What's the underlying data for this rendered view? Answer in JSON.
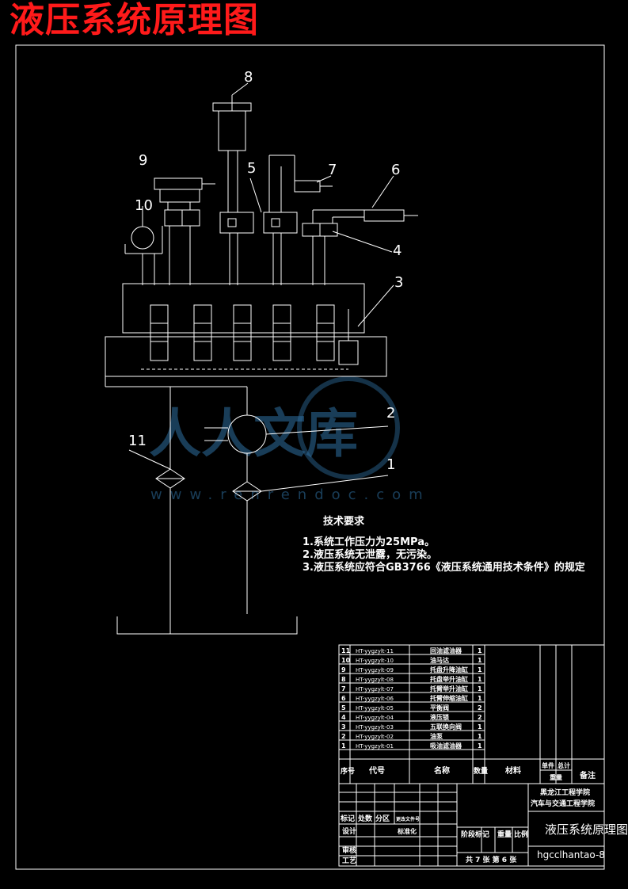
{
  "title": "液压系统原理图",
  "watermark": {
    "logo_text": "人人文库",
    "url": "www.renrendoc.com"
  },
  "callouts": [
    "1",
    "2",
    "3",
    "4",
    "5",
    "6",
    "7",
    "8",
    "9",
    "10",
    "11"
  ],
  "tech_requirements": {
    "heading": "技术要求",
    "items": [
      "1.系统工作压力为25MPa。",
      "2.液压系统无泄露，无污染。",
      "3.液压系统应符合GB3766《液压系统通用技术条件》的规定"
    ]
  },
  "parts_table": {
    "rows": [
      {
        "no": "11",
        "code": "HT-yygzylt-11",
        "name": "回油滤油器",
        "qty": "1"
      },
      {
        "no": "10",
        "code": "HT-yygzylt-10",
        "name": "油马达",
        "qty": "1"
      },
      {
        "no": "9",
        "code": "HT-yygzylt-09",
        "name": "托盘升降油缸",
        "qty": "1"
      },
      {
        "no": "8",
        "code": "HT-yygzylt-08",
        "name": "托盘举升油缸",
        "qty": "1"
      },
      {
        "no": "7",
        "code": "HT-yygzylt-07",
        "name": "托臂举升油缸",
        "qty": "1"
      },
      {
        "no": "6",
        "code": "HT-yygzylt-06",
        "name": "托臂伸缩油缸",
        "qty": "1"
      },
      {
        "no": "5",
        "code": "HT-yygzylt-05",
        "name": "平衡阀",
        "qty": "2"
      },
      {
        "no": "4",
        "code": "HT-yygzylt-04",
        "name": "液压锁",
        "qty": "2"
      },
      {
        "no": "3",
        "code": "HT-yygzylt-03",
        "name": "五联换向阀",
        "qty": "1"
      },
      {
        "no": "2",
        "code": "HT-yygzylt-02",
        "name": "油泵",
        "qty": "1"
      },
      {
        "no": "1",
        "code": "HT-yygzylt-01",
        "name": "吸油滤油器",
        "qty": "1"
      }
    ],
    "header": {
      "no": "序号",
      "code": "代号",
      "name": "名称",
      "qty": "数量",
      "material": "材料",
      "unit": "单件",
      "total": "总计",
      "weight": "重量",
      "remark": "备注"
    }
  },
  "title_block": {
    "school": "黑龙江工程学院",
    "dept": "汽车与交通工程学院",
    "drawing_name": "液压系统原理图",
    "drawing_no": "hgcclhantao-8",
    "labels": {
      "mark": "标记",
      "count": "处数",
      "zone": "分区",
      "doc": "更改文件号",
      "design": "设计",
      "standard": "标准化",
      "stage": "阶段标记",
      "weight": "重量",
      "scale": "比例",
      "review": "审核",
      "process": "工艺",
      "sheets": "共 7 张  第 6 张"
    }
  }
}
